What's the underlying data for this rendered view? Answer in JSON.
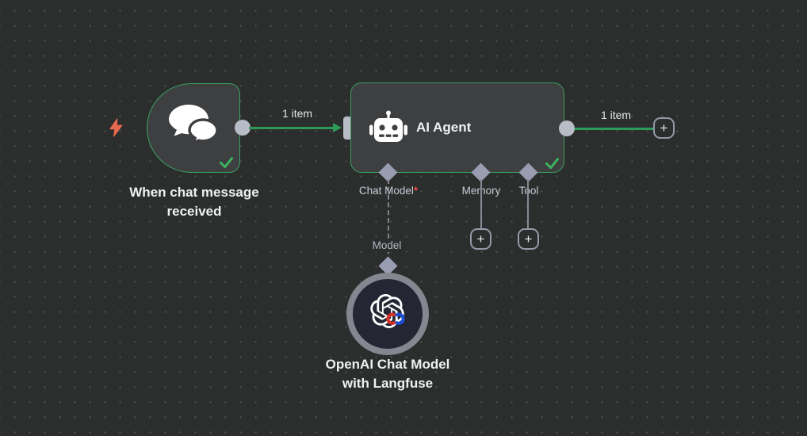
{
  "canvas": {
    "background": "#2c2d2d",
    "dot_color": "#4b4d4d"
  },
  "colors": {
    "node_border_green": "#3aa061",
    "connection_green": "#2d9b57",
    "success_check_green": "#3cb55f",
    "trigger_bolt_orange": "#e8694f",
    "endpoint_gray": "#b8bcc6",
    "port_diamond_gray": "#989db1",
    "required_red": "#e5484d",
    "circle_node_fill": "#242634"
  },
  "nodes": {
    "trigger": {
      "title": "When chat message received",
      "icon": "chat-bubbles-icon",
      "status": "success"
    },
    "agent": {
      "title": "AI Agent",
      "icon": "robot-icon",
      "status": "success",
      "ports": [
        {
          "label": "Chat Model",
          "required": "*"
        },
        {
          "label": "Memory",
          "required": ""
        },
        {
          "label": "Tool",
          "required": ""
        }
      ]
    },
    "model": {
      "title_line1": "OpenAI Chat Model",
      "title_line2": "with Langfuse",
      "icon": "openai-icon",
      "port_label": "Model"
    }
  },
  "connections": {
    "trigger_to_agent": {
      "label": "1 item"
    },
    "agent_output": {
      "label": "1 item"
    }
  },
  "ui": {
    "plus": "+"
  }
}
